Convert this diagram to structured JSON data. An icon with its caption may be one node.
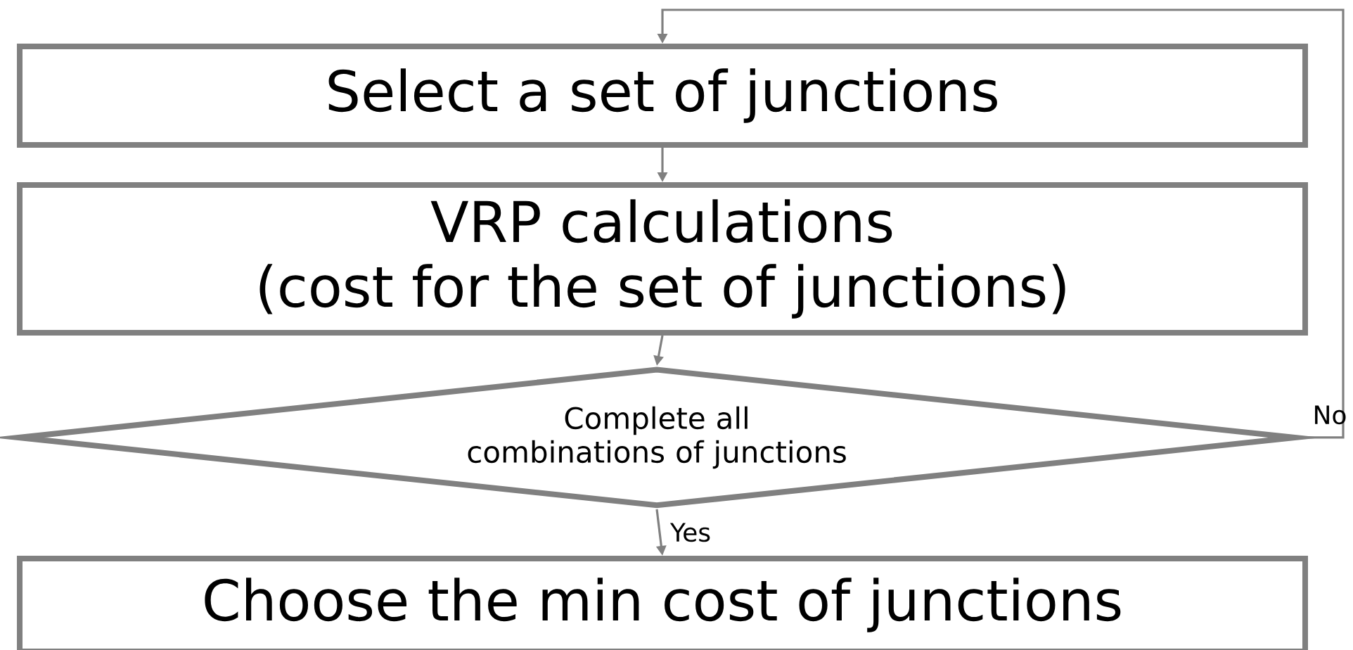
{
  "diagram": {
    "nodes": [
      {
        "text": [
          "Select a set of junctions"
        ]
      },
      {
        "text": [
          "VRP calculations",
          "(cost for the set of junctions)"
        ]
      },
      {
        "text": [
          "Complete all combinations of junctions"
        ]
      },
      {
        "text": [
          "Choose the min cost of junctions"
        ]
      }
    ],
    "edges": [
      {
        "from": 0,
        "to": 1,
        "arrow": "to"
      },
      {
        "from": 1,
        "to": 2,
        "arrow": "to"
      },
      {
        "from": 2,
        "to": 3,
        "arrow": "to",
        "label": "Yes"
      },
      {
        "from": 2,
        "to": 0,
        "arrow": "to",
        "label": "No"
      }
    ]
  }
}
